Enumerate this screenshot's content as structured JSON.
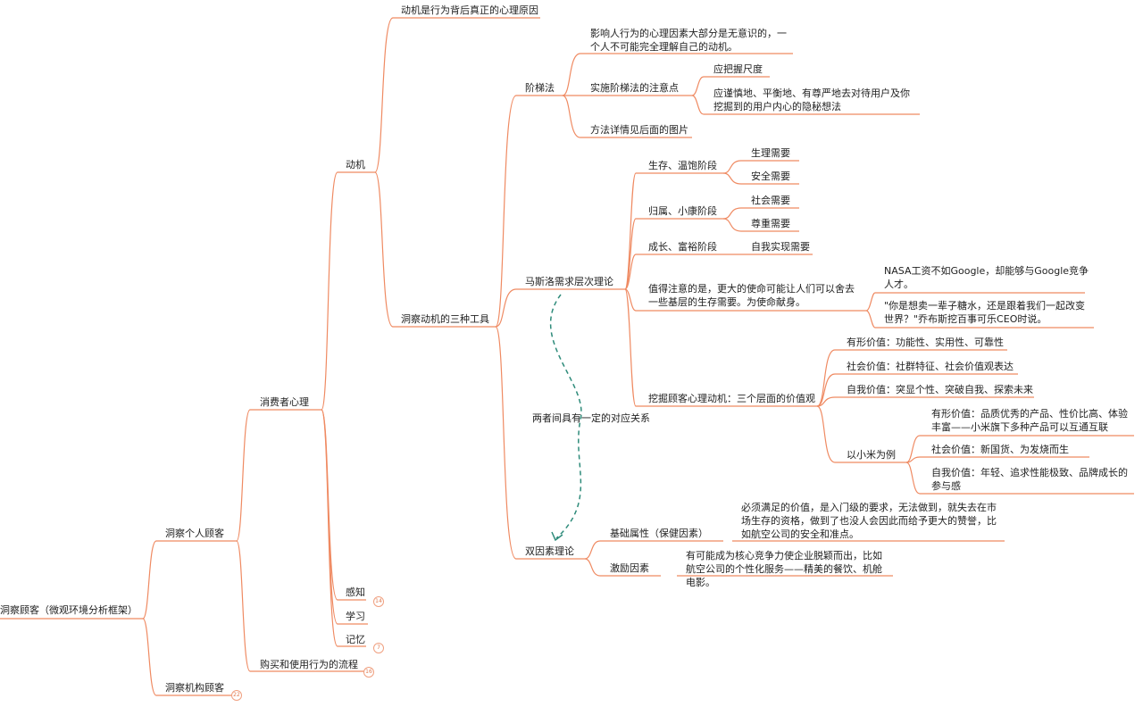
{
  "root": "洞察顾客（微观环境分析框架）",
  "l1": {
    "individual": "洞察个人顾客",
    "org": "洞察机构顾客",
    "org_badge": "22"
  },
  "l2": {
    "psych": "消费者心理",
    "flow": "购买和使用行为的流程",
    "flow_badge": "16"
  },
  "l3": {
    "motive": "动机",
    "perception": "感知",
    "perception_badge": "14",
    "learning": "学习",
    "memory": "记忆",
    "memory_badge": "7"
  },
  "motive": {
    "root_cause": "动机是行为背后真正的心理原因",
    "tools": "洞察动机的三种工具"
  },
  "ladder": {
    "title": "阶梯法",
    "n1": "影响人行为的心理因素大部分是无意识的，一个人不可能完全理解自己的动机。",
    "n2": "实施阶梯法的注意点",
    "n2a": "应把握尺度",
    "n2b": "应谨慎地、平衡地、有尊严地去对待用户及你挖掘到的用户内心的隐秘想法",
    "n3": "方法详情见后面的图片"
  },
  "maslow": {
    "title": "马斯洛需求层次理论",
    "s1": "生存、温饱阶段",
    "s1a": "生理需要",
    "s1b": "安全需要",
    "s2": "归属、小康阶段",
    "s2a": "社会需要",
    "s2b": "尊重需要",
    "s3": "成长、富裕阶段",
    "s3a": "自我实现需要",
    "note": "值得注意的是，更大的使命可能让人们可以舍去一些基层的生存需要。为使命献身。",
    "note_a": "NASA工资不如Google，却能够与Google竞争人才。",
    "note_b": "\"你是想卖一辈子糖水，还是跟着我们一起改变世界？\"乔布斯挖百事可乐CEO时说。",
    "values": "挖掘顾客心理动机：三个层面的价值观",
    "v1": "有形价值：功能性、实用性、可靠性",
    "v2": "社会价值：社群特征、社会价值观表达",
    "v3": "自我价值：突显个性、突破自我、探索未来",
    "xm": "以小米为例",
    "xm1": "有形价值：品质优秀的产品、性价比高、体验丰富——小米旗下多种产品可以互通互联",
    "xm2": "社会价值：新国货、为发烧而生",
    "xm3": "自我价值：年轻、追求性能极致、品牌成长的参与感"
  },
  "relation": "两者间具有一定的对应关系",
  "herzberg": {
    "title": "双因素理论",
    "basic": "基础属性（保健因素）",
    "basic_desc": "必须满足的价值，是入门级的要求，无法做到，就失去在市场生存的资格，做到了也没人会因此而给予更大的赞誉，比如航空公司的安全和准点。",
    "motivator": "激励因素",
    "motivator_desc": "有可能成为核心竞争力使企业脱颖而出，比如航空公司的个性化服务——精美的餐饮、机舱电影。"
  },
  "colors": {
    "branch": "#ef8a62",
    "dashed": "#2e8b7a",
    "text": "#222222"
  }
}
